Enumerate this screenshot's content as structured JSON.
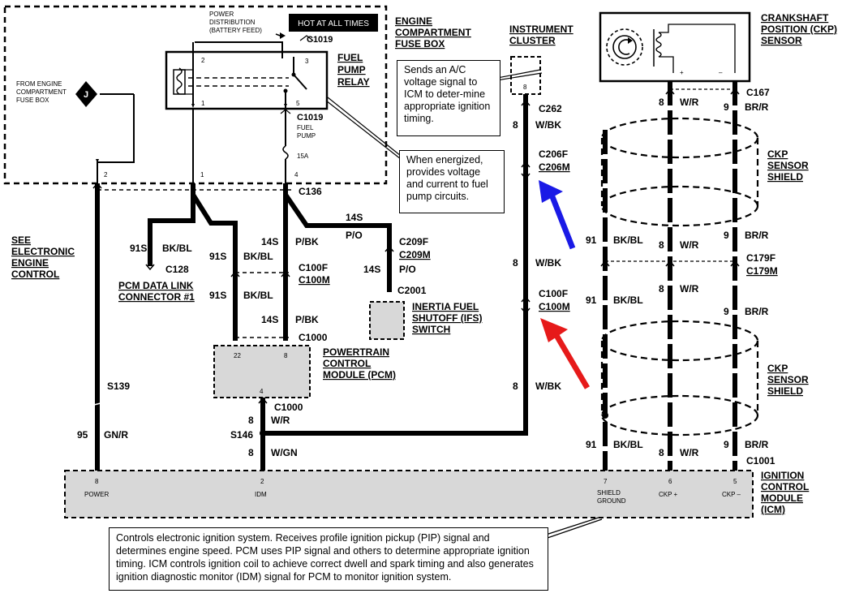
{
  "fuse_box": {
    "power_distribution": "POWER DISTRIBUTION (BATTERY FEED)",
    "hot_at_all_times": "HOT AT ALL TIMES",
    "from_engine_fuse_box": "FROM ENGINE COMPARTMENT FUSE BOX",
    "connector_letter": "J",
    "title": "ENGINE COMPARTMENT FUSE BOX",
    "fuel_pump_relay": "FUEL PUMP RELAY",
    "c1019_top": "C1019",
    "c1019_mid": "C1019",
    "fuel_pump_fuse": "FUEL PUMP",
    "fuse_rating": "15A",
    "pin_labels": [
      "2",
      "3",
      "1",
      "5",
      "2",
      "1",
      "4"
    ]
  },
  "callouts": {
    "ac_signal": "Sends an A/C voltage signal to ICM to deter-mine appropriate ignition timing.",
    "relay_energized": "When energized, provides voltage and current to fuel pump circuits.",
    "icm_description": "Controls electronic ignition system. Receives profile ignition pickup (PIP) signal and determines engine speed. PCM uses PIP signal and others to determine appropriate ignition timing. ICM controls ignition coil to achieve correct dwell and spark timing and also generates ignition diagnostic monitor (IDM) signal for PCM to monitor ignition system."
  },
  "components": {
    "instrument_cluster": "INSTRUMENT CLUSTER",
    "ckp_sensor": "CRANKSHAFT POSITION (CKP) SENSOR",
    "ckp_shield_1": "CKP SENSOR SHIELD",
    "ckp_shield_2": "CKP SENSOR SHIELD",
    "see_eec": "SEE ELECTRONIC ENGINE CONTROL",
    "pcm_data_link": "PCM DATA LINK CONNECTOR #1",
    "inertia_switch": "INERTIA FUEL SHUTOFF (IFS) SWITCH",
    "pcm": "POWERTRAIN CONTROL MODULE (PCM)",
    "icm": "IGNITION CONTROL MODULE (ICM)"
  },
  "connectors": {
    "c136": "C136",
    "c128": "C128",
    "c100f_left": "C100F",
    "c100m_left": "C100M",
    "c1000_top": "C1000",
    "c209f": "C209F",
    "c209m": "C209M",
    "c2001": "C2001",
    "c262": "C262",
    "c206f": "C206F",
    "c206m": "C206M",
    "c100f_right": "C100F",
    "c100m_right": "C100M",
    "c1000_bottom": "C1000",
    "s146": "S146",
    "s139": "S139",
    "c167": "C167",
    "c179f": "C179F",
    "c179m": "C179M",
    "c1001": "C1001"
  },
  "wires": {
    "w91s_a": "91S",
    "bkbl_a": "BK/BL",
    "w91s_b": "91S",
    "bkbl_b": "BK/BL",
    "w91s_c": "91S",
    "bkbl_c": "BK/BL",
    "w14s_a": "14S",
    "pbk_a": "P/BK",
    "w14s_b": "14S",
    "pbk_b": "P/BK",
    "w14s_c": "14S",
    "po_a": "P/O",
    "w14s_d": "14S",
    "po_b": "P/O",
    "w8_a": "8",
    "wbk_a": "W/BK",
    "w8_b": "8",
    "wbk_b": "W/BK",
    "w8_c": "8",
    "wbk_c": "W/BK",
    "w8_d": "8",
    "wr_d": "W/R",
    "w8_e": "8",
    "wgn_e": "W/GN",
    "w95": "95",
    "gnr": "GN/R",
    "ckp_8_a": "8",
    "ckp_wr_a": "W/R",
    "ckp_9_a": "9",
    "ckp_brr_a": "BR/R",
    "ckp_91_b": "91",
    "ckp_bkbl_b": "BK/BL",
    "ckp_8_b": "8",
    "ckp_wr_b": "W/R",
    "ckp_9_b": "9",
    "ckp_brr_b": "BR/R",
    "ckp_91_c": "91",
    "ckp_bkbl_c": "BK/BL",
    "ckp_8_c": "8",
    "ckp_wr_c": "W/R",
    "ckp_9_c": "9",
    "ckp_brr_c": "BR/R",
    "ckp_91_d": "91",
    "ckp_bkbl_d": "BK/BL",
    "ckp_8_d": "8",
    "ckp_wr_d": "W/R",
    "ckp_9_d": "9",
    "ckp_brr_d": "BR/R"
  },
  "pins": {
    "pcm_22": "22",
    "pcm_8": "8",
    "pcm_4": "4",
    "cluster_8": "8",
    "icm_power_pin": "8",
    "icm_power": "POWER",
    "icm_idm_pin": "2",
    "icm_idm": "IDM",
    "icm_shield_pin": "7",
    "icm_shield": "SHIELD GROUND",
    "icm_ckpp_pin": "6",
    "icm_ckpp": "CKP +",
    "icm_ckpm_pin": "5",
    "icm_ckpm": "CKP –",
    "ckp_plus": "+",
    "ckp_minus": "–"
  },
  "arrows": {
    "blue": "#1a1ae6",
    "red": "#e61a1a"
  }
}
